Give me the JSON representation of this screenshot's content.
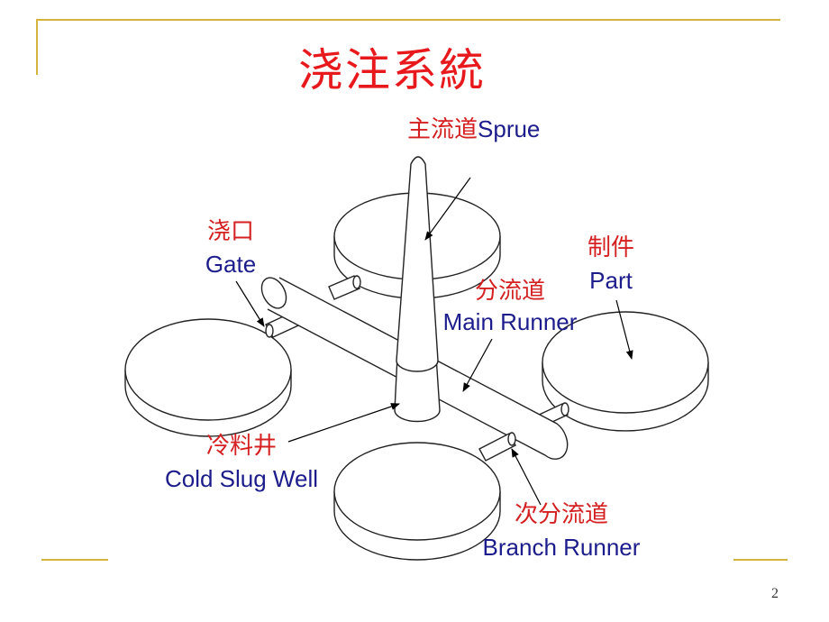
{
  "slide": {
    "title": "浇注系統",
    "page_number": "2"
  },
  "labels": {
    "sprue_cn": "主流道",
    "sprue_en": "Sprue",
    "gate_cn": "浇口",
    "gate_en": "Gate",
    "part_cn": "制件",
    "part_en": "Part",
    "main_runner_cn": "分流道",
    "main_runner_en": "Main Runner",
    "cold_slug_cn": "冷料井",
    "cold_slug_en": "Cold Slug Well",
    "branch_runner_cn": "次分流道",
    "branch_runner_en": "Branch Runner"
  },
  "colors": {
    "title": "#e8191c",
    "chinese_label": "#d42020",
    "english_label": "#1c1c8c",
    "decoration": "#d4b43a"
  }
}
